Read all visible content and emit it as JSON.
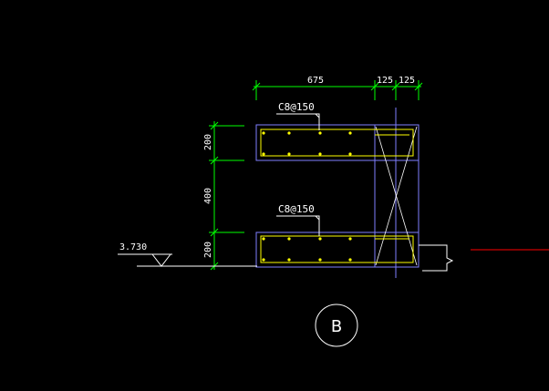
{
  "drawing": {
    "dimensions_top": [
      "675",
      "125",
      "125"
    ],
    "dimensions_left": [
      "200",
      "400",
      "200"
    ],
    "rebar_label_top": "C8@150",
    "rebar_label_bottom": "C8@150",
    "elevation": "3.730",
    "axis_label": "B"
  },
  "colors": {
    "background": "#000000",
    "dimension": "#00ff00",
    "outline": "#7f7fff",
    "rebar": "#ffff00",
    "text": "#ffffff",
    "axis_line": "#ff0000",
    "dots": "#ffff00"
  }
}
